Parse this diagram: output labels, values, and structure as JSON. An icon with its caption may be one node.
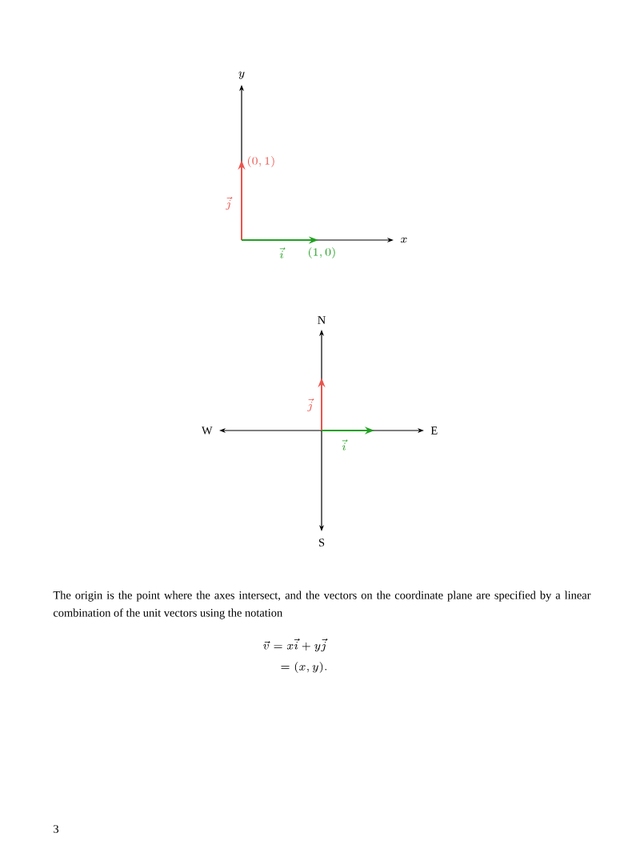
{
  "diagram": {
    "labels": [
      "y",
      "(0, 1)",
      "\\vec{j}",
      "\\vec{i}",
      "(1, 0)",
      "x",
      "N",
      "\\vec{j}",
      "W",
      "E",
      "\\vec{i}",
      "S",
      "The origin is the point where the axes intersect, and the vectors on the coordinate plane are specified by a linear combination of the unit vectors using the notation",
      "\\vec{v} = x\\vec{i} + y\\vec{j}",
      "= (x, y).",
      "3"
    ]
  }
}
